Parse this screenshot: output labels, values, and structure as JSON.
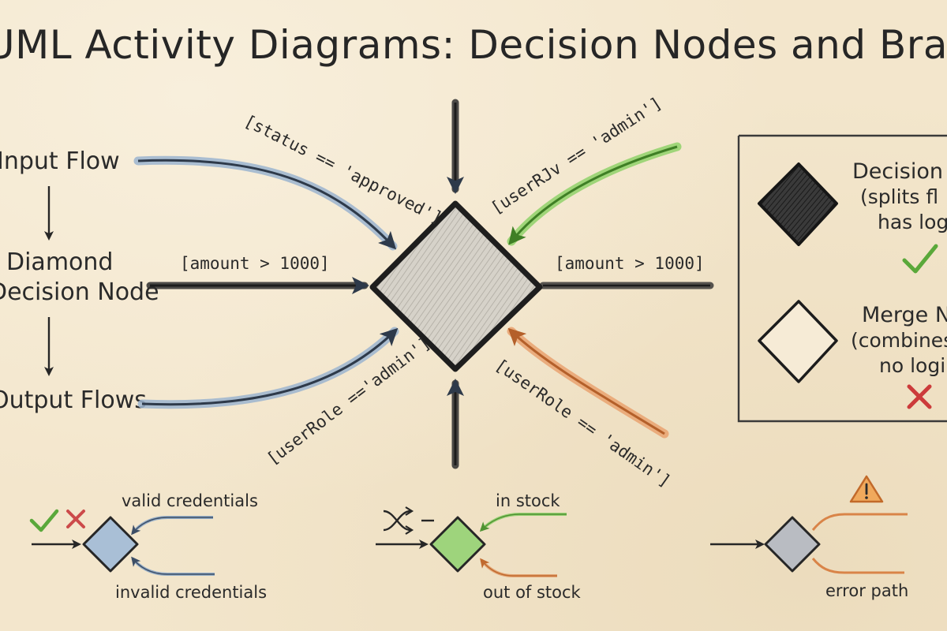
{
  "title": "UML Activity Diagrams: Decision Nodes and Branching",
  "flow_steps": {
    "input": "Input Flow",
    "diamond_line1": "Diamond",
    "diamond_line2": "Decision Node",
    "output": "Output Flows"
  },
  "center": {
    "guard_top_left": "[status == 'approved']",
    "guard_top_right": "[userRJv == 'admin']",
    "guard_left": "[amount > 1000]",
    "guard_right": "[amount > 1000]",
    "guard_bottom_left": "[userRole =='admin']",
    "guard_bottom_right": "[userRole == 'admin']"
  },
  "legend": {
    "decision_title": "Decision N",
    "decision_line2": "(splits fl",
    "decision_line3": "has logi",
    "merge_title": "Merge N",
    "merge_line2": "(combines",
    "merge_line3": "no logi"
  },
  "examples": {
    "login": {
      "valid": "valid credentials",
      "invalid": "invalid credentials"
    },
    "stock": {
      "in_stock": "in stock",
      "out_of_stock": "out of stock"
    },
    "error": {
      "error_path": "error path"
    }
  },
  "colors": {
    "blue_arrow": "#7f9fc1",
    "green_arrow": "#6cb543",
    "orange_arrow": "#d98448",
    "ink": "#262626",
    "check_green": "#5aa83a",
    "cross_red": "#cc3b3b",
    "warning_orange": "#e38a3c"
  },
  "icons": [
    "check-icon",
    "cross-icon",
    "shuffle-icon",
    "warning-icon"
  ]
}
